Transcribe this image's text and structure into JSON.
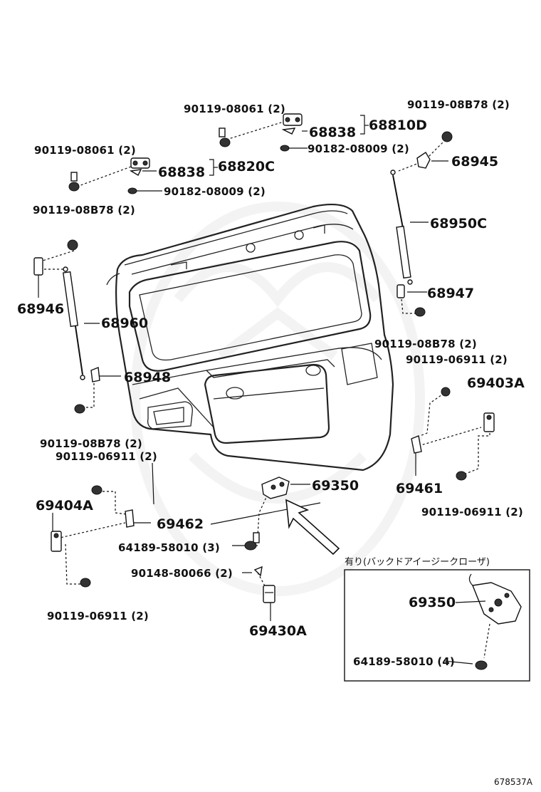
{
  "diagram": {
    "parts": {
      "p68810D": "68810D",
      "p68838_top": "68838",
      "p90119_08061_top": "90119-08061 (2)",
      "p90182_08009_top": "90182-08009 (2)",
      "p90119_08B78_topright": "90119-08B78 (2)",
      "p68945": "68945",
      "p90119_08061_left": "90119-08061 (2)",
      "p68838_left": "68838",
      "p68820C": "68820C",
      "p90182_08009_left": "90182-08009 (2)",
      "p90119_08B78_left": "90119-08B78 (2)",
      "p68950C": "68950C",
      "p68946": "68946",
      "p68960": "68960",
      "p68947": "68947",
      "p90119_08B78_right": "90119-08B78 (2)",
      "p68948": "68948",
      "p90119_06911_right_top": "90119-06911 (2)",
      "p69403A": "69403A",
      "p90119_08B78_bottomleft": "90119-08B78 (2)",
      "p90119_06911_left_top": "90119-06911 (2)",
      "p69350": "69350",
      "p69461": "69461",
      "p69404A": "69404A",
      "p69462": "69462",
      "p90119_06911_right_bottom": "90119-06911 (2)",
      "p64189_58010_3": "64189-58010 (3)",
      "p90148_80066": "90148-80066 (2)",
      "p90119_06911_left_bottom": "90119-06911 (2)",
      "p69430A": "69430A"
    },
    "inset": {
      "title": "有り(バックドアイージークローザ)",
      "p69350": "69350",
      "p64189_58010_4": "64189-58010 (4)"
    },
    "reference": "678537A"
  }
}
